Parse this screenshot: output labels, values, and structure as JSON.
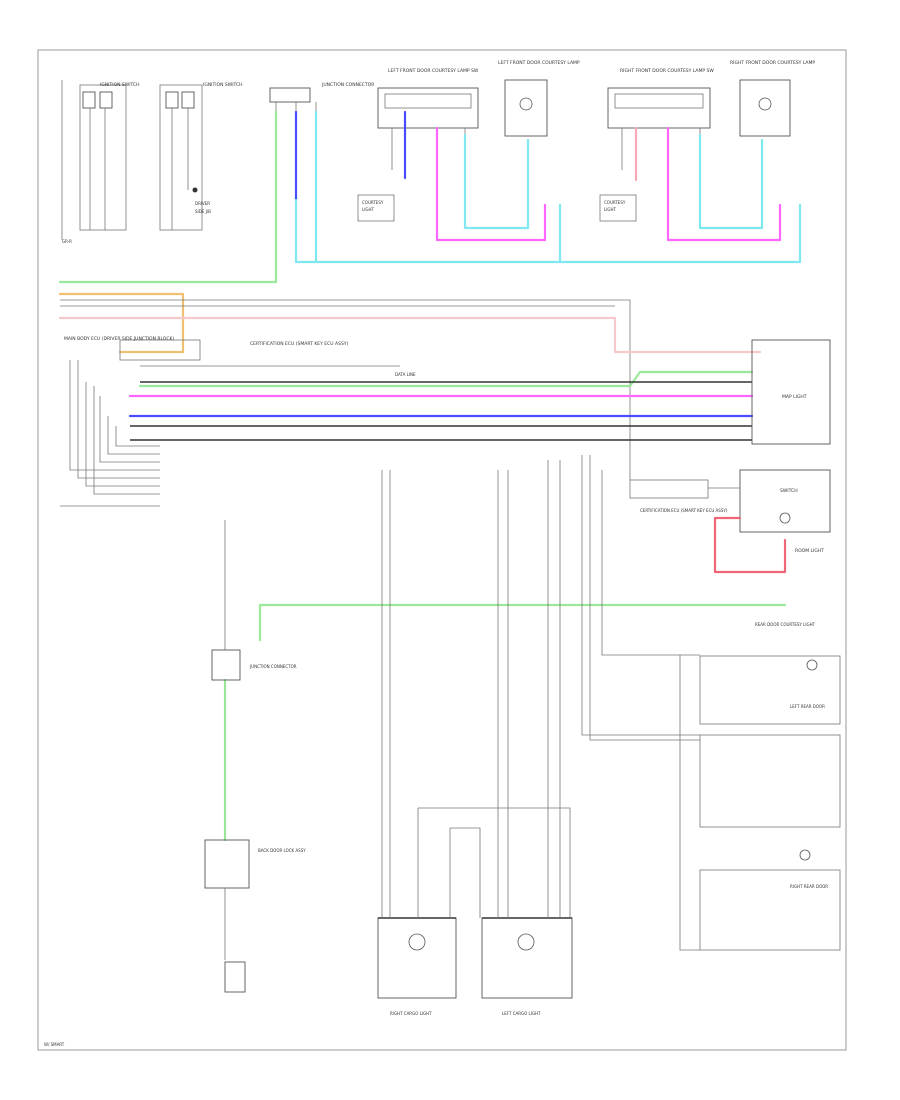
{
  "colors": {
    "green": "#9be89b",
    "blue": "#4b4bff",
    "magenta": "#ff66ff",
    "cyan": "#7fe8ef",
    "pink": "#f7a8b4",
    "red": "#ee6677",
    "orange": "#f0c070",
    "gray": "#707070",
    "lightpink": "#f3c9cc"
  },
  "labels": {
    "top_sw_1": "IGNITION SWITCH",
    "top_sw_2": "IGNITION SWITCH",
    "top_sw_3": "JUNCTION CONNECTOR",
    "lf_door": "LEFT FRONT DOOR COURTESY LAMP SW",
    "lf_lamp": "LEFT FRONT DOOR COURTESY LAMP",
    "rf_door": "RIGHT FRONT DOOR COURTESY LAMP SW",
    "rf_lamp": "RIGHT FRONT DOOR COURTESY LAMP",
    "main_body_ecu": "MAIN BODY ECU (DRIVER SIDE JUNCTION BLOCK)",
    "cert_ecu": "CERTIFICATION ECU (SMART KEY ECU ASSY)",
    "map_light": "MAP LIGHT",
    "room_light": "ROOM LIGHT",
    "switch": "SWITCH",
    "back_door_sw": "BACK DOOR LOCK ASSY",
    "junction_mid": "JUNCTION CONNECTOR",
    "left_rear_door": "LEFT REAR DOOR",
    "right_rear_door": "RIGHT REAR DOOR",
    "right_cargo": "RIGHT CARGO LIGHT",
    "left_cargo": "LEFT CARGO LIGHT",
    "rear_courtesy": "REAR DOOR COURTESY LIGHT",
    "footer": "W/ SMART"
  }
}
